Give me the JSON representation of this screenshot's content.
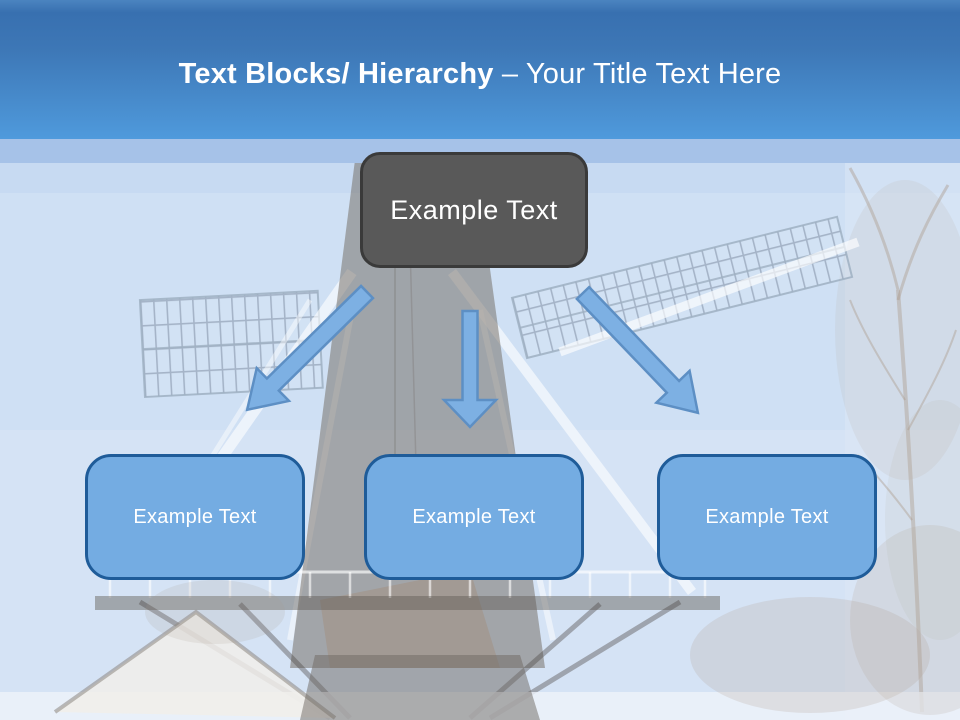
{
  "title": {
    "bold": "Text Blocks/ Hierarchy",
    "regular": " – Your Title Text Here"
  },
  "hierarchy": {
    "root": {
      "label": "Example Text"
    },
    "children": [
      {
        "label": "Example Text"
      },
      {
        "label": "Example Text"
      },
      {
        "label": "Example Text"
      }
    ]
  },
  "background": {
    "description": "faded winter photo of a smock windmill with lattice sails, stage platform, snowy house roof and bare trees"
  },
  "colors": {
    "header_top": "#3870b0",
    "header_bottom": "#4f9adc",
    "accent_band": "#a6c2e8",
    "sky": "#cfe0f4",
    "root_fill": "#595959",
    "root_border": "#3a3a3a",
    "child_fill": "#74ace2",
    "child_border": "#1f5c99",
    "arrow_fill": "#7db0e3",
    "arrow_border": "#5d8fc4",
    "title_color": "#ffffff"
  }
}
